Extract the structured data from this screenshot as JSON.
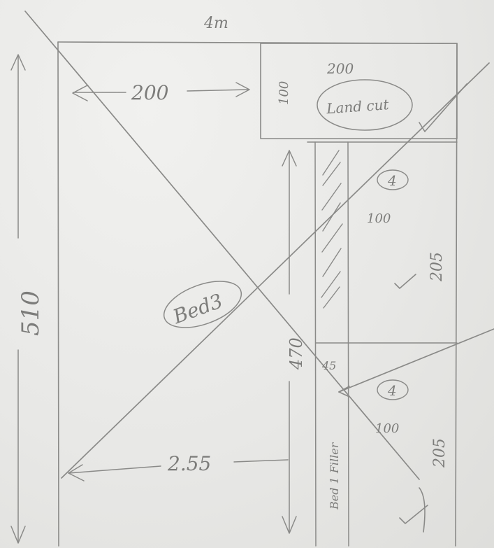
{
  "labels": {
    "top_width": "4m",
    "total_height": "510",
    "land_cut_width": "200",
    "land_cut_height": "100",
    "land_cut_name": "Land cut",
    "top_arrow_width": "200",
    "bed3_name": "Bed3",
    "bed3_height": "470",
    "bed3_width": "2.55",
    "upper_bed_number": "4",
    "upper_bed_width": "100",
    "upper_bed_length": "205",
    "filler_width": "45",
    "filler_name": "Bed 1 Filler",
    "lower_bed_number": "4",
    "lower_bed_width": "100",
    "lower_bed_length": "205"
  },
  "colors": {
    "paper": "#e9e9e7",
    "pencil": "#8a8a88"
  }
}
